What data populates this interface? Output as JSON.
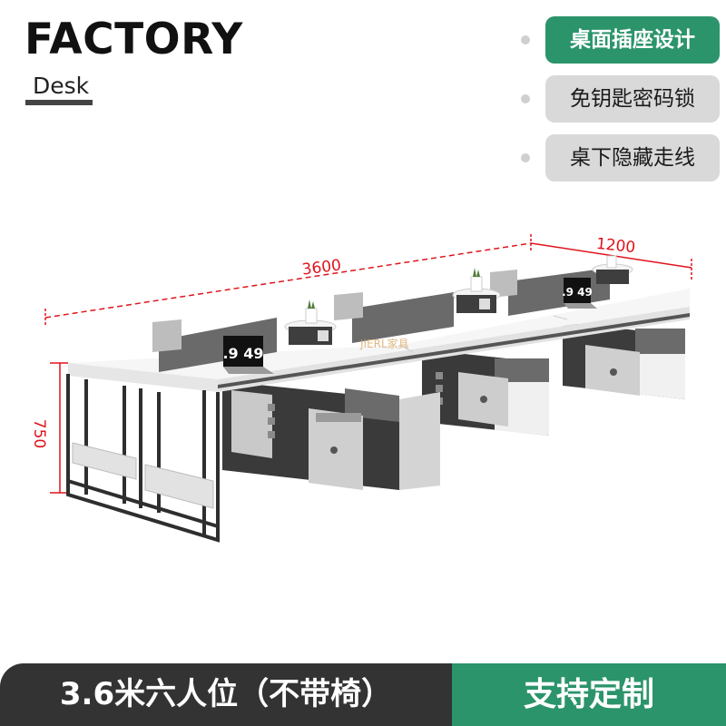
{
  "header": {
    "title": "FACTORY",
    "subtitle": "Desk"
  },
  "features": [
    {
      "label": "桌面插座设计",
      "active": true
    },
    {
      "label": "免钥匙密码锁",
      "active": false
    },
    {
      "label": "桌下隐藏走线",
      "active": false
    }
  ],
  "product_image": {
    "dimensions": {
      "length": "3600",
      "depth": "1200",
      "height": "750"
    },
    "laptop_screen": ".9 49",
    "watermark": "JIERL家具"
  },
  "bottom_bar": {
    "spec": "3.6米六人位（不带椅）",
    "custom": "支持定制"
  },
  "colors": {
    "accent_green": "#2b946a",
    "dark_bar": "#333333",
    "pill_gray": "#d9d9d9",
    "dimension_red": "#e0141c"
  }
}
